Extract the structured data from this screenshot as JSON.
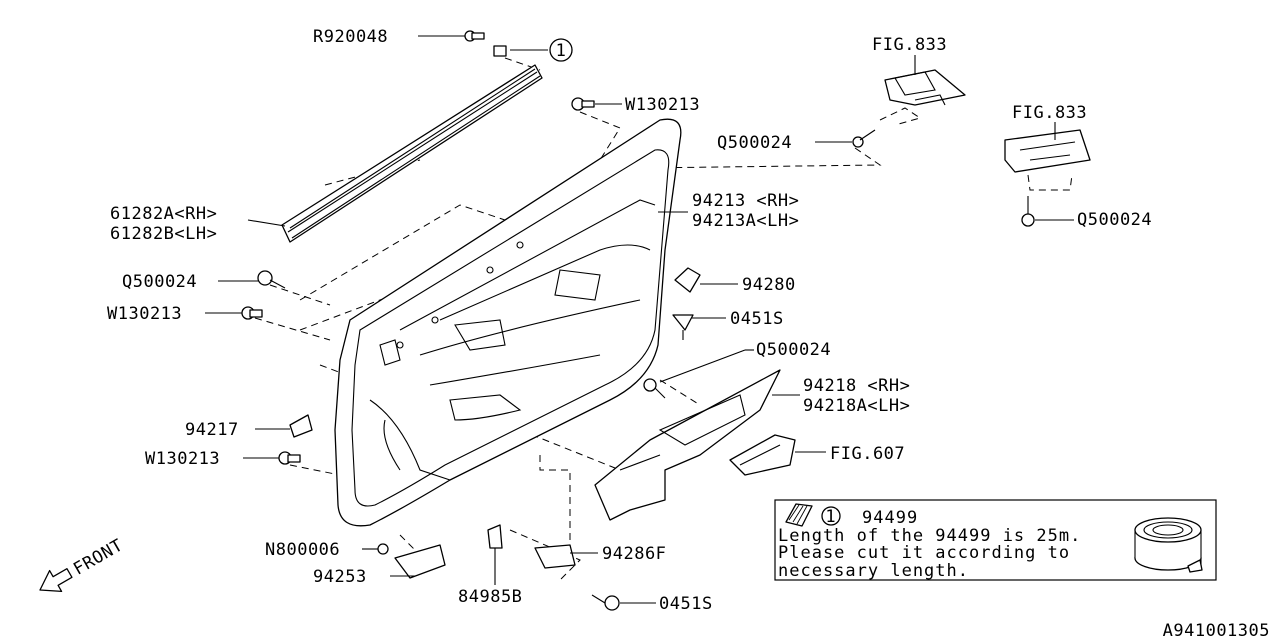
{
  "callouts": {
    "r920048": "R920048",
    "w130213_top": "W130213",
    "fig833_a": "FIG.833",
    "q500024_a": "Q500024",
    "fig833_b": "FIG.833",
    "q500024_b": "Q500024",
    "p94213_rh": "94213 <RH>",
    "p94213a_lh": "94213A<LH>",
    "p61282a_rh": "61282A<RH>",
    "p61282b_lh": "61282B<LH>",
    "q500024_c": "Q500024",
    "w130213_mid": "W130213",
    "p94280": "94280",
    "p0451s_a": "0451S",
    "q500024_d": "Q500024",
    "p94218_rh": "94218 <RH>",
    "p94218a_lh": "94218A<LH>",
    "p94217": "94217",
    "w130213_low": "W130213",
    "fig607": "FIG.607",
    "n800006": "N800006",
    "p94253": "94253",
    "p94286f": "94286F",
    "p84985b": "84985B",
    "p0451s_b": "0451S",
    "ref_circle": "1"
  },
  "note": {
    "ref_number": "1",
    "part_number": "94499",
    "line1": "Length of the 94499 is 25m.",
    "line2": "Please cut it according to",
    "line3": "necessary length."
  },
  "front_label": "FRONT",
  "diagram_id": "A941001305"
}
